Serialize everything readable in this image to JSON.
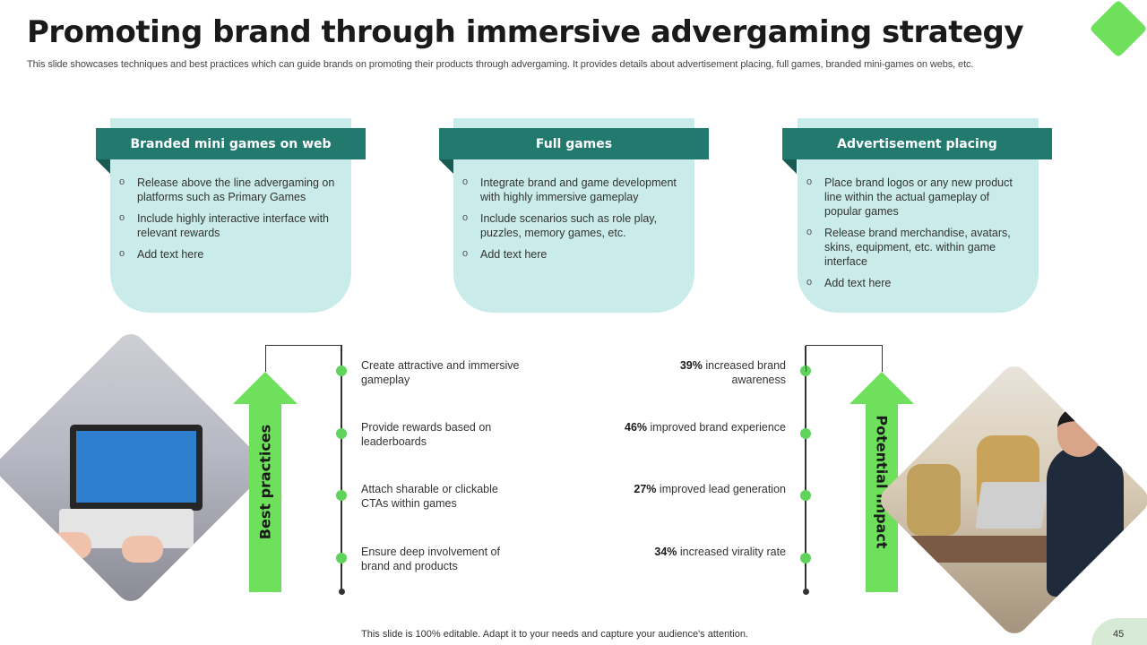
{
  "slide": {
    "title": "Promoting brand through immersive advergaming strategy",
    "subtitle": "This slide showcases techniques and best practices which can guide brands on promoting their products through advergaming. It provides details about advertisement placing, full games, branded mini-games on webs, etc.",
    "footer": "This slide is 100% editable. Adapt it to your needs and capture your audience's attention.",
    "page_number": "45"
  },
  "colors": {
    "teal_header": "#22796e",
    "card_bg": "#c9ecea",
    "accent_green": "#6ee05c",
    "dot_green": "#5fd35a"
  },
  "cards": [
    {
      "header": "Branded mini games on web",
      "items": [
        "Release above the line advergaming on platforms such as Primary Games",
        "Include highly interactive interface with relevant rewards",
        "Add text here"
      ]
    },
    {
      "header": "Full games",
      "items": [
        "Integrate brand and game development with highly immersive gameplay",
        "Include scenarios such as role play, puzzles, memory games, etc.",
        "Add text here"
      ]
    },
    {
      "header": "Advertisement placing",
      "items": [
        "Place brand logos or any new product line within the actual gameplay of popular games",
        "Release brand merchandise, avatars, skins, equipment, etc. within game interface",
        "Add text here"
      ]
    }
  ],
  "best_practices": {
    "label": "Best practices",
    "items": [
      "Create attractive and immersive gameplay",
      "Provide rewards based on leaderboards",
      "Attach sharable or clickable CTAs within games",
      "Ensure deep involvement of brand and products"
    ]
  },
  "potential_impact": {
    "label": "Potential impact",
    "items": [
      {
        "value": "39%",
        "text": "increased brand awareness"
      },
      {
        "value": "46%",
        "text": "improved brand experience"
      },
      {
        "value": "27%",
        "text": "improved lead generation"
      },
      {
        "value": "34%",
        "text": "increased virality rate"
      }
    ]
  },
  "icons": {
    "list_bullet": "o",
    "arrow": "up-arrow-icon"
  }
}
